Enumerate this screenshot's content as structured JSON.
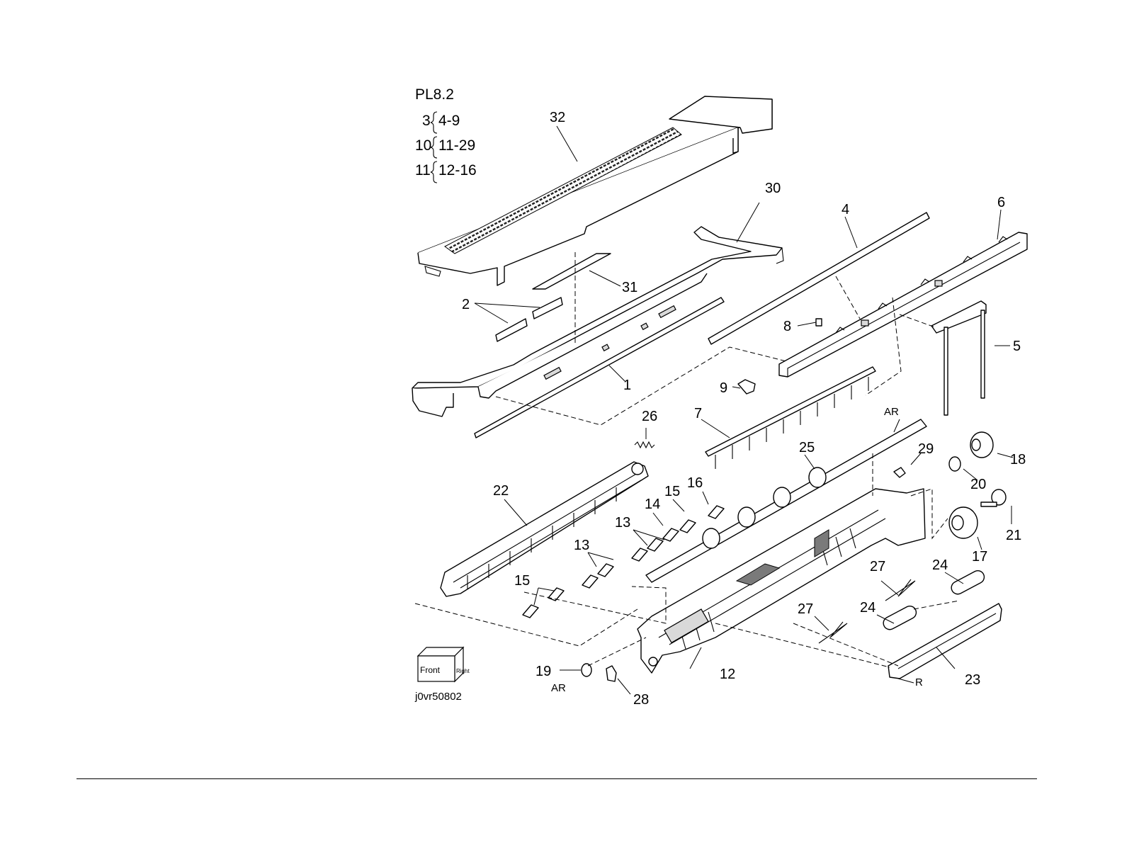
{
  "header": {
    "plate": "PL8.2",
    "groups": [
      {
        "parent": "3",
        "range": "4-9"
      },
      {
        "parent": "10",
        "range": "11-29"
      },
      {
        "parent": "11",
        "range": "12-16"
      }
    ]
  },
  "callouts": {
    "c1": "1",
    "c2": "2",
    "c4": "4",
    "c5": "5",
    "c6": "6",
    "c7": "7",
    "c8": "8",
    "c9": "9",
    "c12": "12",
    "c13a": "13",
    "c13b": "13",
    "c14": "14",
    "c15a": "15",
    "c15b": "15",
    "c16": "16",
    "c17": "17",
    "c18": "18",
    "c19": "19",
    "c20": "20",
    "c21": "21",
    "c22": "22",
    "c23": "23",
    "c24a": "24",
    "c24b": "24",
    "c25": "25",
    "c26": "26",
    "c27a": "27",
    "c27b": "27",
    "c28": "28",
    "c29": "29",
    "c30": "30",
    "c31": "31",
    "c32": "32"
  },
  "markers": {
    "ar_top": "AR",
    "ar_bottom": "AR",
    "r": "R"
  },
  "orientation_cube": {
    "front": "Front",
    "right": "Right"
  },
  "figure_id": "j0vr50802"
}
